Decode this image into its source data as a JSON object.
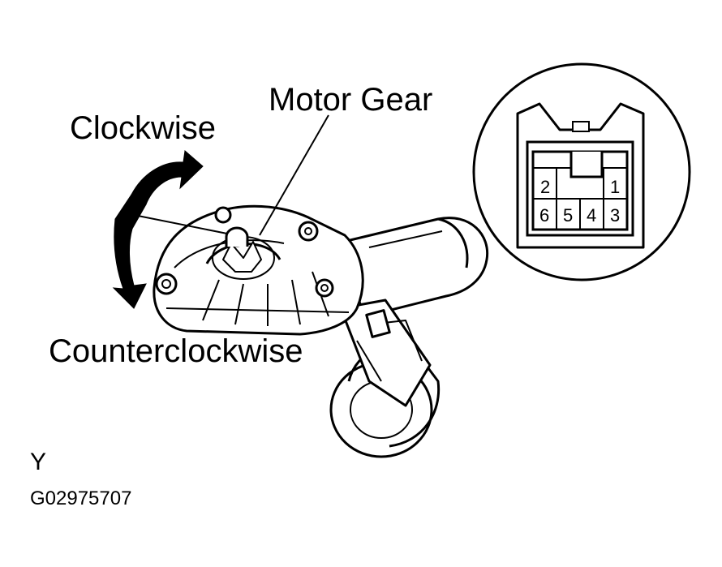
{
  "labels": {
    "motor_gear": "Motor Gear",
    "clockwise": "Clockwise",
    "counterclockwise": "Counterclockwise",
    "view": "Y",
    "figure_code": "G02975707"
  },
  "connector": {
    "pins_top": [
      "2",
      "1"
    ],
    "pins_bottom": [
      "6",
      "5",
      "4",
      "3"
    ]
  }
}
